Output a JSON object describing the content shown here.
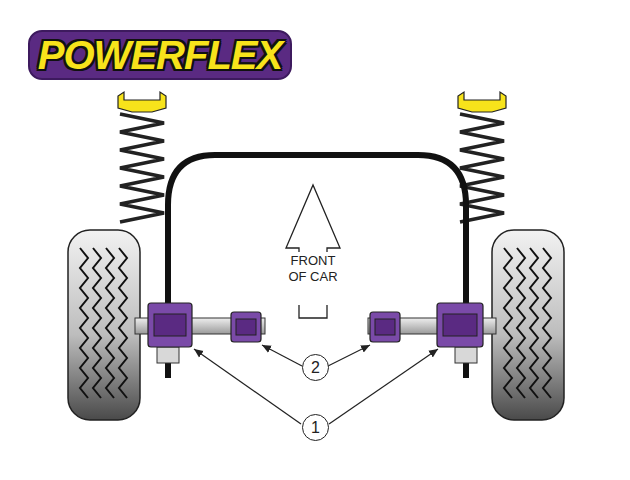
{
  "diagram": {
    "nodes": [
      {
        "text": [
          "POWERFLEX"
        ]
      },
      {
        "text": [
          "FRONT OF CAR"
        ]
      },
      {
        "text": [
          "2"
        ]
      },
      {
        "text": [
          "1"
        ]
      }
    ]
  }
}
